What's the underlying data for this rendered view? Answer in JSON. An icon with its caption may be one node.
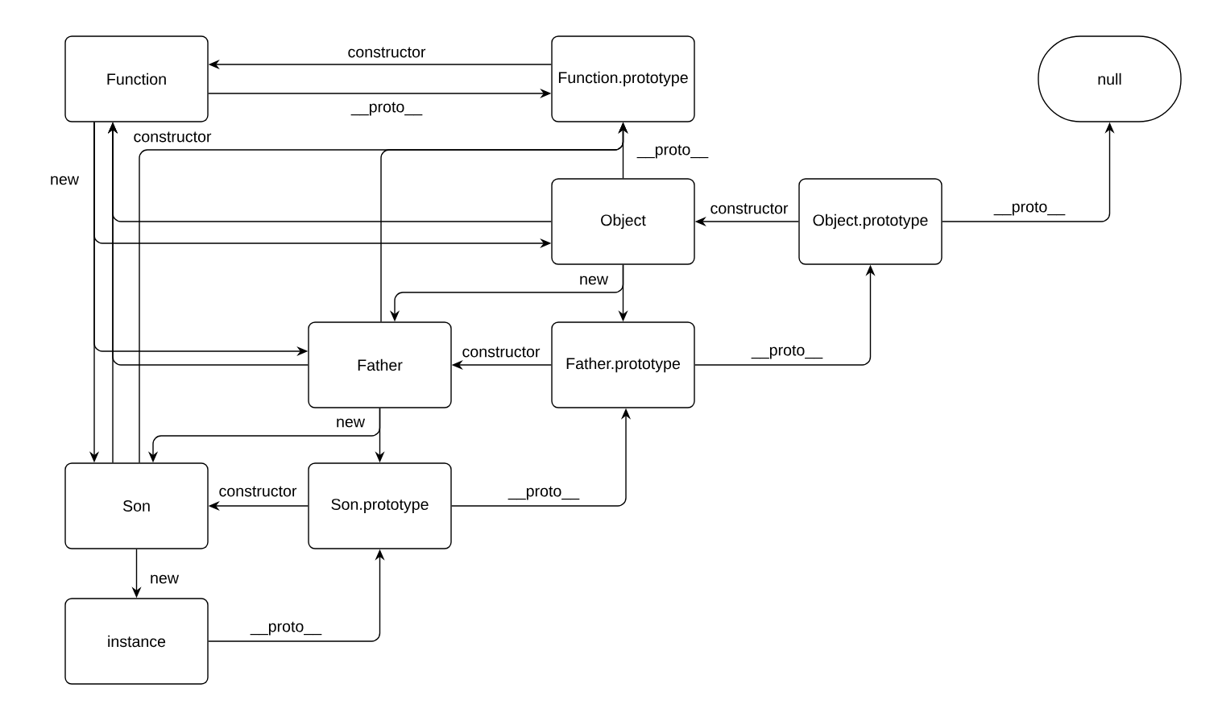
{
  "diagram": {
    "nodes": [
      {
        "text": [
          "Function"
        ]
      },
      {
        "text": [
          "Function.prototype"
        ]
      },
      {
        "text": [
          "null"
        ]
      },
      {
        "text": [
          "Object"
        ]
      },
      {
        "text": [
          "Object.prototype"
        ]
      },
      {
        "text": [
          "Father"
        ]
      },
      {
        "text": [
          "Father.prototype"
        ]
      },
      {
        "text": [
          "Son"
        ]
      },
      {
        "text": [
          "Son.prototype"
        ]
      },
      {
        "text": [
          "instance"
        ]
      }
    ],
    "edges": [
      {
        "from": 1,
        "to": 0,
        "arrow": "to",
        "label": "constructor"
      },
      {
        "from": 0,
        "to": 1,
        "arrow": "to",
        "label": "__proto__"
      },
      {
        "from": 0,
        "to": 3,
        "arrow": "to"
      },
      {
        "from": 0,
        "to": 5,
        "arrow": "to"
      },
      {
        "from": 0,
        "to": 7,
        "arrow": "to",
        "label": "new"
      },
      {
        "from": 3,
        "to": 0,
        "arrow": "to"
      },
      {
        "from": 5,
        "to": 0,
        "arrow": "to"
      },
      {
        "from": 7,
        "to": 0,
        "arrow": "to",
        "label": "constructor"
      },
      {
        "from": 3,
        "to": 1,
        "arrow": "to",
        "label": "__proto__"
      },
      {
        "from": 7,
        "to": 1,
        "arrow": "to"
      },
      {
        "from": 5,
        "to": 1,
        "arrow": "to"
      },
      {
        "from": 4,
        "to": 3,
        "arrow": "to",
        "label": "constructor"
      },
      {
        "from": 4,
        "to": 2,
        "arrow": "to",
        "label": "__proto__"
      },
      {
        "from": 3,
        "to": 6,
        "arrow": "to",
        "label": "new"
      },
      {
        "from": 3,
        "to": 5,
        "arrow": "to"
      },
      {
        "from": 6,
        "to": 5,
        "arrow": "to",
        "label": "constructor"
      },
      {
        "from": 6,
        "to": 4,
        "arrow": "to",
        "label": "__proto__"
      },
      {
        "from": 5,
        "to": 8,
        "arrow": "to",
        "label": "new"
      },
      {
        "from": 5,
        "to": 7,
        "arrow": "to"
      },
      {
        "from": 8,
        "to": 7,
        "arrow": "to",
        "label": "constructor"
      },
      {
        "from": 8,
        "to": 6,
        "arrow": "to",
        "label": "__proto__"
      },
      {
        "from": 7,
        "to": 9,
        "arrow": "to",
        "label": "new"
      },
      {
        "from": 9,
        "to": 8,
        "arrow": "to",
        "label": "__proto__"
      }
    ]
  }
}
